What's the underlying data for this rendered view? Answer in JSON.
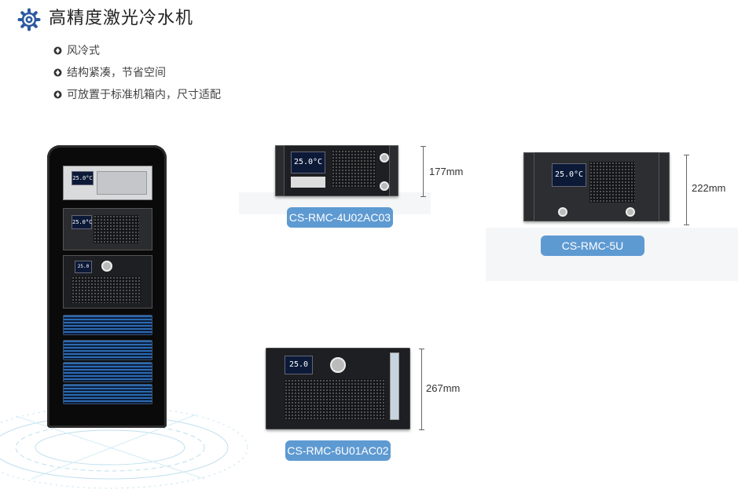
{
  "header": {
    "title": "高精度激光冷水机",
    "features": [
      "风冷式",
      "结构紧凑，节省空间",
      "可放置于标准机箱内，尺寸适配"
    ]
  },
  "products": [
    {
      "model": "CS-RMC-4U02AC03",
      "height": "177mm",
      "display": "25.0°C"
    },
    {
      "model": "CS-RMC-5U",
      "height": "222mm",
      "display": "25.0°C"
    },
    {
      "model": "CS-RMC-6U01AC02",
      "height": "267mm",
      "display": "25.0"
    }
  ],
  "colors": {
    "accent": "#5e9ad2",
    "icon": "#2c5aa0"
  }
}
